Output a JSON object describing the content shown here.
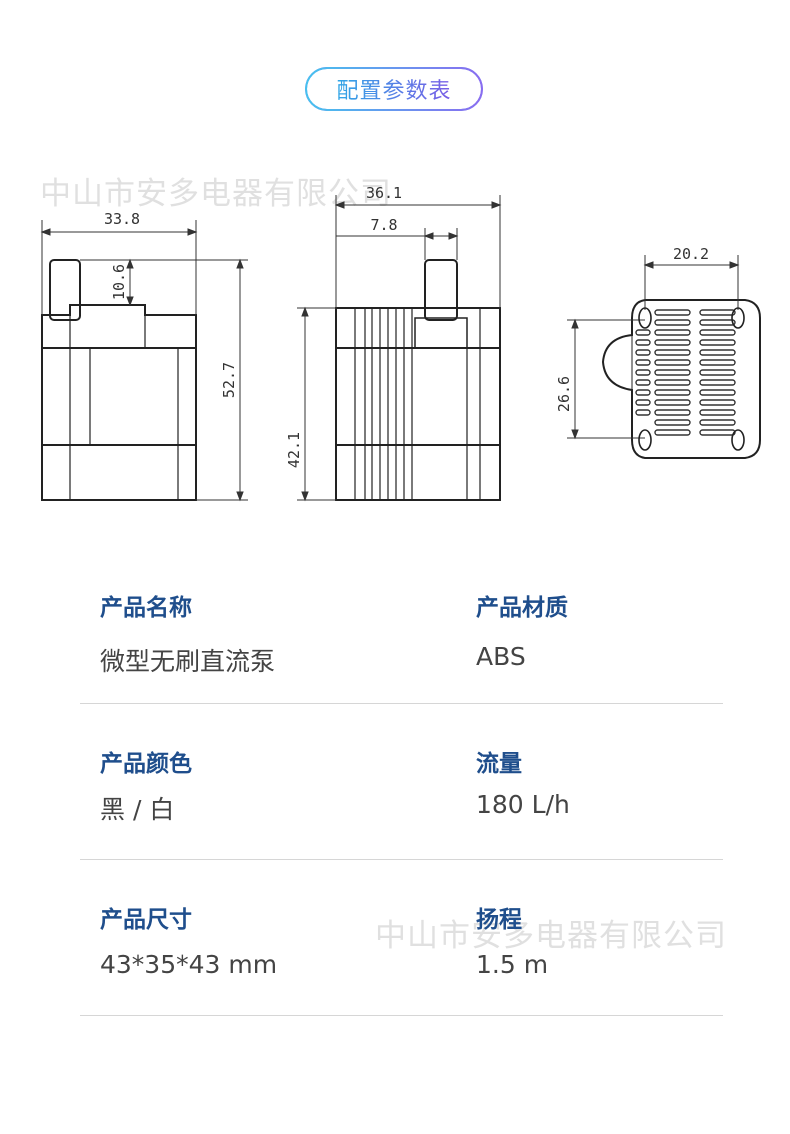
{
  "header": {
    "title": "配置参数表"
  },
  "watermark": "中山市安多电器有限公司",
  "drawing": {
    "front_view": {
      "width": "33.8",
      "pin_height": "10.6",
      "total_height": "52.7"
    },
    "side_view": {
      "width": "36.1",
      "pin_offset": "7.8",
      "body_height": "42.1"
    },
    "bottom_view": {
      "hole_spacing_x": "20.2",
      "hole_spacing_y": "26.6"
    }
  },
  "specs": [
    {
      "label": "产品名称",
      "value": "微型无刷直流泵"
    },
    {
      "label": "产品材质",
      "value": "ABS"
    },
    {
      "label": "产品颜色",
      "value": "黑 / 白"
    },
    {
      "label": "流量",
      "value": "180 L/h"
    },
    {
      "label": "产品尺寸",
      "value": "43*35*43 mm"
    },
    {
      "label": "扬程",
      "value": "1.5 m"
    }
  ],
  "colors": {
    "label": "#1f4e8c",
    "value": "#444444",
    "divider": "#d6d6d6",
    "pill_start": "#45c3ee",
    "pill_end": "#8a6cf0"
  }
}
